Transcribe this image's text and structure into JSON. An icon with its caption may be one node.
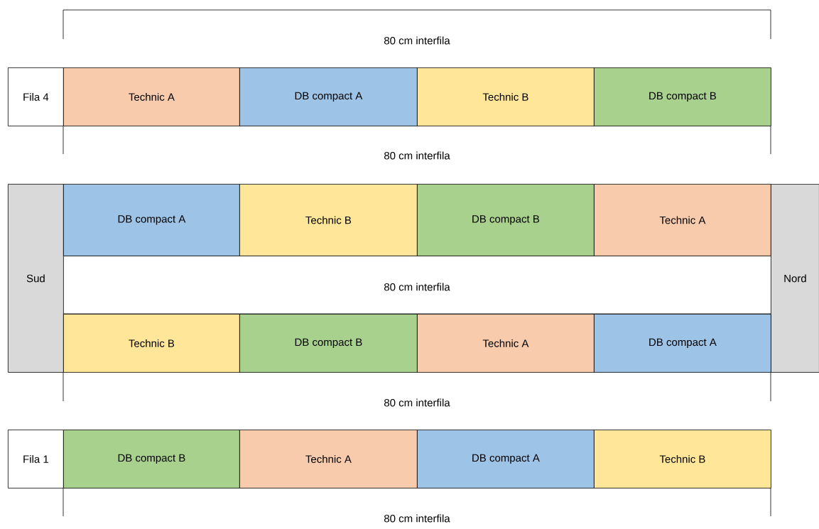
{
  "diagram": {
    "nodes": [
      {
        "text": [
          "Fila 4"
        ]
      },
      {
        "text": [
          "Technic A"
        ]
      },
      {
        "text": [
          "DB compact A"
        ]
      },
      {
        "text": [
          "Technic B"
        ]
      },
      {
        "text": [
          "DB compact B"
        ]
      },
      {
        "text": [
          "Sud"
        ]
      },
      {
        "text": [
          "DB compact A"
        ]
      },
      {
        "text": [
          "Technic B"
        ]
      },
      {
        "text": [
          "DB compact B"
        ]
      },
      {
        "text": [
          "Technic A"
        ]
      },
      {
        "text": [
          "Nord"
        ]
      },
      {
        "text": [
          "Technic B"
        ]
      },
      {
        "text": [
          "DB compact B"
        ]
      },
      {
        "text": [
          "Technic A"
        ]
      },
      {
        "text": [
          "DB compact A"
        ]
      },
      {
        "text": [
          "Fila 1"
        ]
      },
      {
        "text": [
          "DB compact B"
        ]
      },
      {
        "text": [
          "Technic A"
        ]
      },
      {
        "text": [
          "DB compact A"
        ]
      },
      {
        "text": [
          "Technic B"
        ]
      }
    ],
    "labels": [
      "80 cm interfila",
      "80 cm interfila",
      "80 cm interfila",
      "80 cm interfila",
      "80 cm interfila"
    ]
  }
}
